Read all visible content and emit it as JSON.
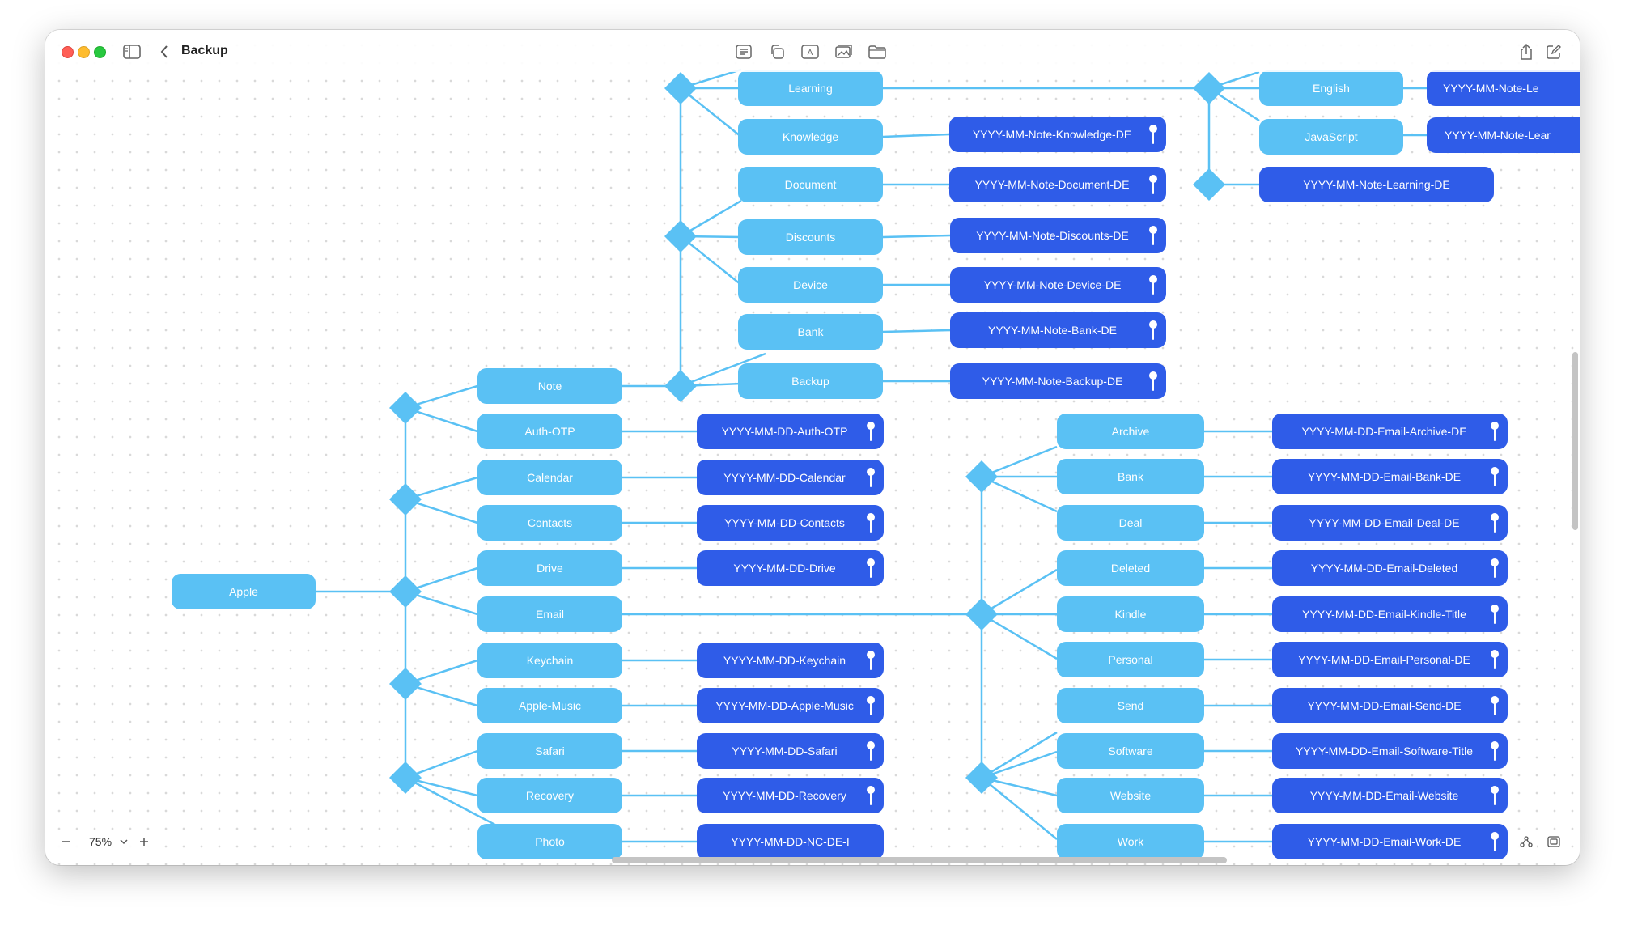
{
  "window": {
    "title": "Backup",
    "zoom": "75%"
  },
  "toolbar": {
    "center_icons": [
      "note-list-icon",
      "duplicate-icon",
      "text-box-icon",
      "media-icon",
      "folder-icon"
    ],
    "right_icons": [
      "share-icon",
      "compose-icon"
    ]
  },
  "colors": {
    "primary_node": "#5ac1f4",
    "secondary_node": "#2f5ce8",
    "connector": "#5ac1f4"
  },
  "mindmap": {
    "root": "Apple",
    "topics": {
      "note": "Note",
      "auth_otp": "Auth-OTP",
      "calendar": "Calendar",
      "contacts": "Contacts",
      "drive": "Drive",
      "email": "Email",
      "keychain": "Keychain",
      "apple_music": "Apple-Music",
      "safari": "Safari",
      "recovery": "Recovery",
      "photo": "Photo"
    },
    "note_sub": {
      "learning": "Learning",
      "knowledge": "Knowledge",
      "document": "Document",
      "discounts": "Discounts",
      "device": "Device",
      "bank": "Bank",
      "backup": "Backup"
    },
    "learning_sub": {
      "english": "English",
      "javascript": "JavaScript"
    },
    "email_sub": {
      "archive": "Archive",
      "bank": "Bank",
      "deal": "Deal",
      "deleted": "Deleted",
      "kindle": "Kindle",
      "personal": "Personal",
      "send": "Send",
      "software": "Software",
      "website": "Website",
      "work": "Work"
    },
    "leaves": {
      "english": "YYYY-MM-Note-Le",
      "javascript": "YYYY-MM-Note-Lear",
      "learning": "YYYY-MM-Note-Learning-DE",
      "knowledge": "YYYY-MM-Note-Knowledge-DE",
      "document": "YYYY-MM-Note-Document-DE",
      "discounts": "YYYY-MM-Note-Discounts-DE",
      "device": "YYYY-MM-Note-Device-DE",
      "bank": "YYYY-MM-Note-Bank-DE",
      "backup": "YYYY-MM-Note-Backup-DE",
      "auth_otp": "YYYY-MM-DD-Auth-OTP",
      "calendar": "YYYY-MM-DD-Calendar",
      "contacts": "YYYY-MM-DD-Contacts",
      "drive": "YYYY-MM-DD-Drive",
      "keychain": "YYYY-MM-DD-Keychain",
      "apple_music": "YYYY-MM-DD-Apple-Music",
      "safari": "YYYY-MM-DD-Safari",
      "recovery": "YYYY-MM-DD-Recovery",
      "photo": "YYYY-MM-DD-NC-DE-I",
      "email_archive": "YYYY-MM-DD-Email-Archive-DE",
      "email_bank": "YYYY-MM-DD-Email-Bank-DE",
      "email_deal": "YYYY-MM-DD-Email-Deal-DE",
      "email_deleted": "YYYY-MM-DD-Email-Deleted",
      "email_kindle": "YYYY-MM-DD-Email-Kindle-Title",
      "email_personal": "YYYY-MM-DD-Email-Personal-DE",
      "email_send": "YYYY-MM-DD-Email-Send-DE",
      "email_software": "YYYY-MM-DD-Email-Software-Title",
      "email_website": "YYYY-MM-DD-Email-Website",
      "email_work": "YYYY-MM-DD-Email-Work-DE"
    }
  }
}
